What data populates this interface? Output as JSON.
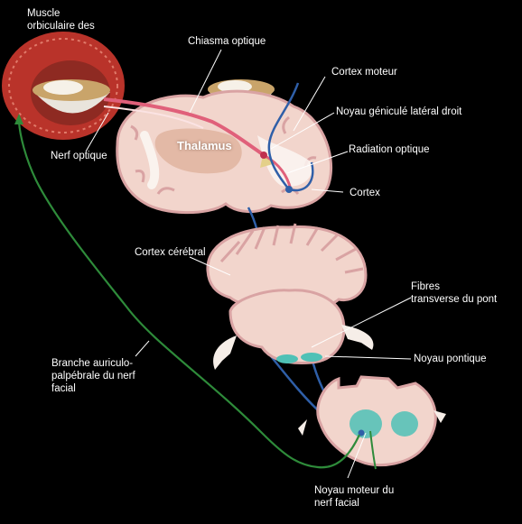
{
  "labels": {
    "muscle": "Muscle\norbiculaire des",
    "chiasma": "Chiasma optique",
    "cortex_moteur": "Cortex moteur",
    "noyau_genicule": "Noyau géniculé latéral droit",
    "nerf_optique": "Nerf optique",
    "thalamus": "Thalamus",
    "radiation": "Radiation optique",
    "cortex": "Cortex",
    "cortex_cerebral": "Cortex cérébral",
    "fibres": "Fibres\ntransverse du pont",
    "noyau_pontique": "Noyau pontique",
    "branche": "Branche auriculo-\npalpébrale du nerf\nfacial",
    "noyau_moteur": "Noyau moteur du\nnerf facial"
  },
  "colors": {
    "background": "#000000",
    "tissue": "#f2d5cc",
    "tissue_fold": "#d9a3a3",
    "muscle": "#c0392b",
    "optic_path": "#e0607a",
    "motor_path": "#2f5fa8",
    "facial_nerve": "#2e8b3a",
    "nucleus": "#4fc1b6",
    "label": "#ffffff"
  }
}
